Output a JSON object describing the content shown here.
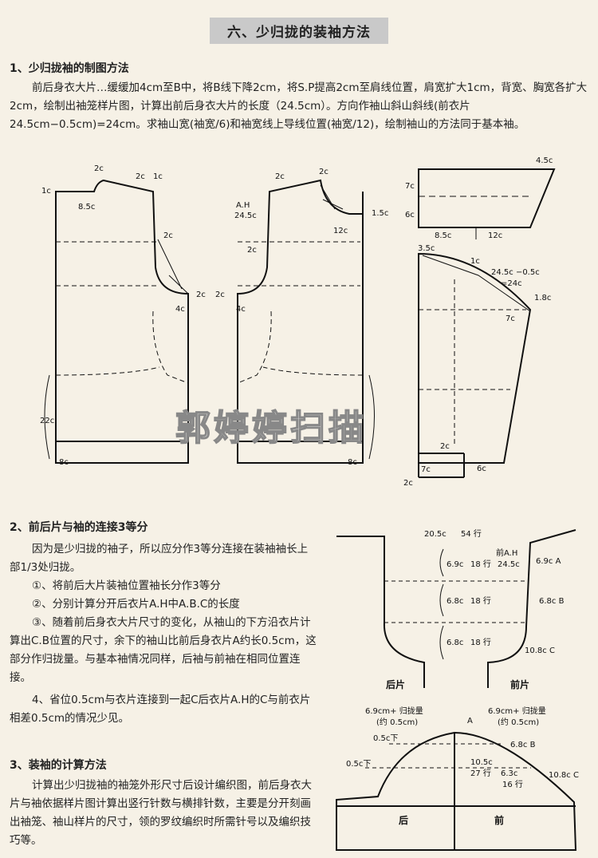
{
  "title": "六、少归拢的装袖方法",
  "section1": {
    "heading": "1、少归拢袖的制图方法",
    "body": "前后身衣大片…缓缓加4cm至B中，将B线下降2cm，将S.P提高2cm至肩线位置，肩宽扩大1cm，背宽、胸宽各扩大2cm，绘制出袖笼样片图，计算出前后身衣大片的长度（24.5cm）。方向作袖山斜山斜线(前衣片24.5cm−0.5cm)=24cm。求袖山宽(袖宽/6)和袖宽线上导线位置(袖宽/12)，绘制袖山的方法同于基本袖。"
  },
  "section2": {
    "heading": "2、前后片与袖的连接3等分",
    "p1": "因为是少归拢的袖子，所以应分作3等分连接在装袖袖长上部1/3处归拢。",
    "items": [
      "①、将前后大片装袖位置袖长分作3等分",
      "②、分别计算分开后衣片A.H中A.B.C的长度",
      "③、随着前后身衣大片尺寸的变化，从袖山的下方沿衣片计算出C.B位置的尺寸，余下的袖山比前后身衣片A约长0.5cm，这部分作归拢量。与基本袖情况同样，后袖与前袖在相同位置连接。"
    ],
    "p4": "4、省位0.5cm与衣片连接到一起C后衣片A.H的C与前衣片相差0.5cm的情况少见。"
  },
  "section3": {
    "heading": "3、装袖的计算方法",
    "body": "计算出少归拢袖的袖笼外形尺寸后设计编织图，前后身衣大片与袖依据样片图计算出竖行针数与横排针数，主要是分开刻画出袖笼、袖山样片的尺寸，领的罗纹编织时所需针号以及编织技巧等。"
  },
  "watermark": "郭婷婷扫描",
  "labels": {
    "back": {
      "neck_left": "1c",
      "neck_top": "2c",
      "neck_w": "8.5c",
      "sh_a": "2c",
      "sh_b": "1c",
      "arm_2c": "2c",
      "arm_out": "2c",
      "arm_4c": "4c",
      "side": "22c",
      "hem": "8c"
    },
    "front": {
      "top": "2c",
      "sh": "2c",
      "ah": "A.H",
      "ah_len": "24.5c",
      "neck_drop": "12c",
      "neck_side": "1.5c",
      "arm_2c": "2c",
      "arm_out": "2c",
      "arm_4c": "4c",
      "hem": "8c"
    },
    "sleeve_rect": {
      "tr": "4.5c",
      "l1": "7c",
      "l2": "6c",
      "b1": "8.5c",
      "b2": "12c"
    },
    "sleeve": {
      "cap_h": "3.5c",
      "cap_1c": "1c",
      "calc": "24.5c −0.5c",
      "calc2": "=24c",
      "r": "1.8c",
      "r7": "7c",
      "cuff_2c": "2c",
      "cuff_7c": "7c",
      "cuff_6c": "6c",
      "cuff_b": "2c"
    },
    "armhole": {
      "top": "20.5c",
      "rows": "54 行",
      "seg1": "6.9c",
      "seg1r": "18 行",
      "seg2": "6.8c",
      "seg2r": "18 行",
      "seg3": "6.8c",
      "seg3r": "18 行",
      "front_ah": "前A.H",
      "front_ah_len": "24.5c",
      "a": "6.9c A",
      "b": "6.8c B",
      "c": "10.8c C",
      "back": "后片",
      "front": "前片"
    },
    "cap": {
      "left_t": "6.9cm+ 归拢量",
      "left_t2": "(约 0.5cm)",
      "right_t": "6.9cm+ 归拢量",
      "right_t2": "(约 0.5cm)",
      "a": "A",
      "l05": "0.5c下",
      "l05b": "0.5c下",
      "b": "6.8c B",
      "m1": "10.5c",
      "m1r": "27 行",
      "m2": "6.3c",
      "m2r": "16 行",
      "c": "10.8c C",
      "back": "后",
      "front": "前"
    }
  }
}
